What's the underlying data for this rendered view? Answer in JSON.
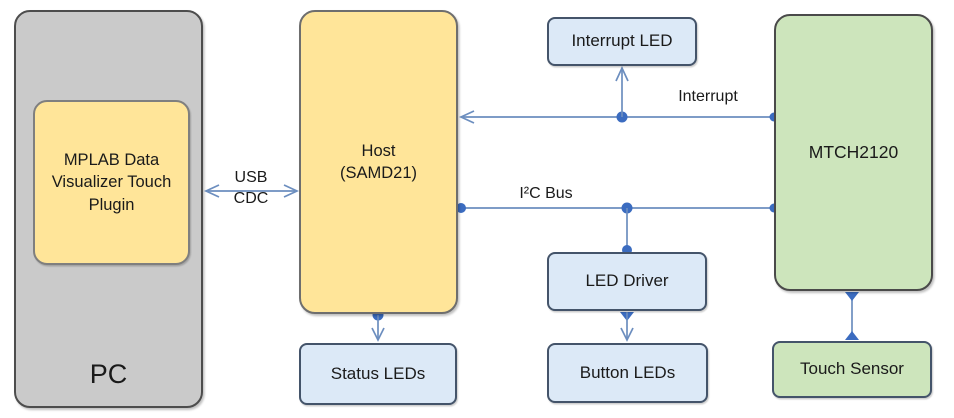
{
  "diagram": {
    "nodes": {
      "pc": {
        "label": "PC"
      },
      "mplab_plugin": {
        "label": "MPLAB Data Visualizer Touch Plugin"
      },
      "host": {
        "lines": [
          "Host",
          "(SAMD21)"
        ]
      },
      "status_leds": {
        "label": "Status LEDs"
      },
      "interrupt_led": {
        "label": "Interrupt LED"
      },
      "led_driver": {
        "label": "LED Driver"
      },
      "button_leds": {
        "label": "Button LEDs"
      },
      "mtch2120": {
        "label": "MTCH2120"
      },
      "touch_sensor": {
        "label": "Touch Sensor"
      }
    },
    "edge_labels": {
      "usb_top": "USB",
      "usb_bottom": "CDC",
      "interrupt": "Interrupt",
      "i2c": "I²C Bus"
    },
    "colors": {
      "yellow_fill": "#FFE599",
      "gray_fill": "#CACACA",
      "green_fill": "#CDE5BC",
      "blue_fill": "#DCE9F7",
      "wire_line": "#6C8EBF",
      "wire_dot": "#3B6CC0",
      "outer_border": "#4D4D4D",
      "leaf_border": "#44546A",
      "inner_border": "#7F7F7F"
    }
  }
}
